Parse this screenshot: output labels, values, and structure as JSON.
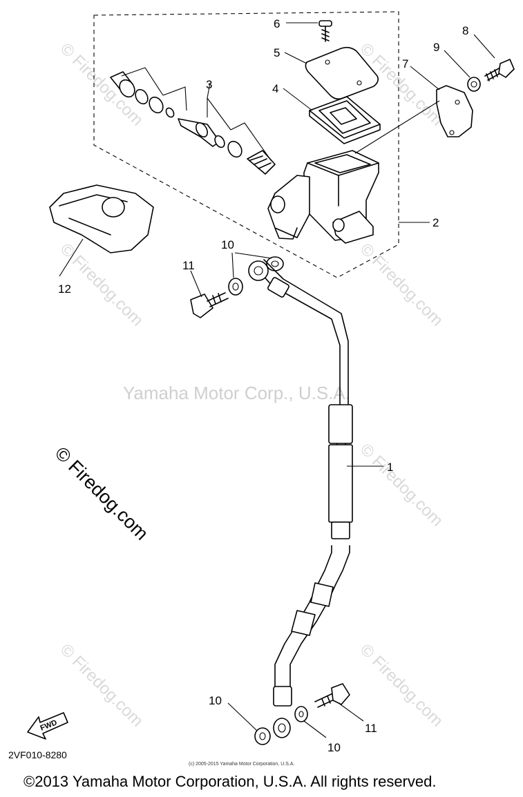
{
  "diagram": {
    "callouts": {
      "c1": "1",
      "c2": "2",
      "c3": "3",
      "c4": "4",
      "c5": "5",
      "c6": "6",
      "c7": "7",
      "c8": "8",
      "c9": "9",
      "c10a": "10",
      "c10b": "10",
      "c10c": "10",
      "c11a": "11",
      "c11b": "11",
      "c12": "12"
    },
    "fwd_label": "FWD",
    "part_code": "2VF010-8280",
    "small_credit": "(c) 2005-2015 Yamaha Motor Corporation, U.S.A.",
    "watermark_site": "© Firedog.com",
    "watermark_brand": "Yamaha Motor Corp., U.S.A.",
    "copyright": "©2013 Yamaha Motor Corporation, U.S.A. All rights reserved."
  }
}
